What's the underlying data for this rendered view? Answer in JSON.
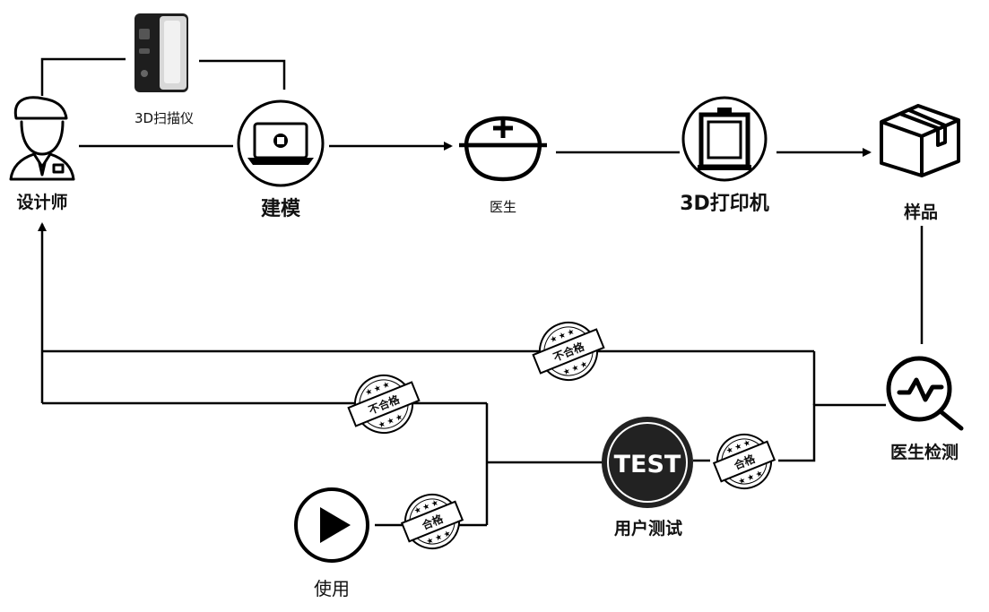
{
  "nodes": {
    "designer": "设计师",
    "scanner": "3D扫描仪",
    "modeling": "建模",
    "doctor": "医生",
    "printer": "3D打印机",
    "sample": "样品",
    "doctor_check": "医生检测",
    "user_test": "用户测试",
    "use": "使用"
  },
  "badges": {
    "test": "TEST",
    "fail": "不合格",
    "pass": "合格"
  },
  "icons": [
    "designer-icon",
    "scanner-icon",
    "laptop-icon",
    "doctor-helmet-icon",
    "3d-printer-icon",
    "box-icon",
    "magnifier-pulse-icon",
    "test-badge-icon",
    "play-icon"
  ],
  "colors": {
    "line": "#000000",
    "fill_dark": "#222222"
  }
}
